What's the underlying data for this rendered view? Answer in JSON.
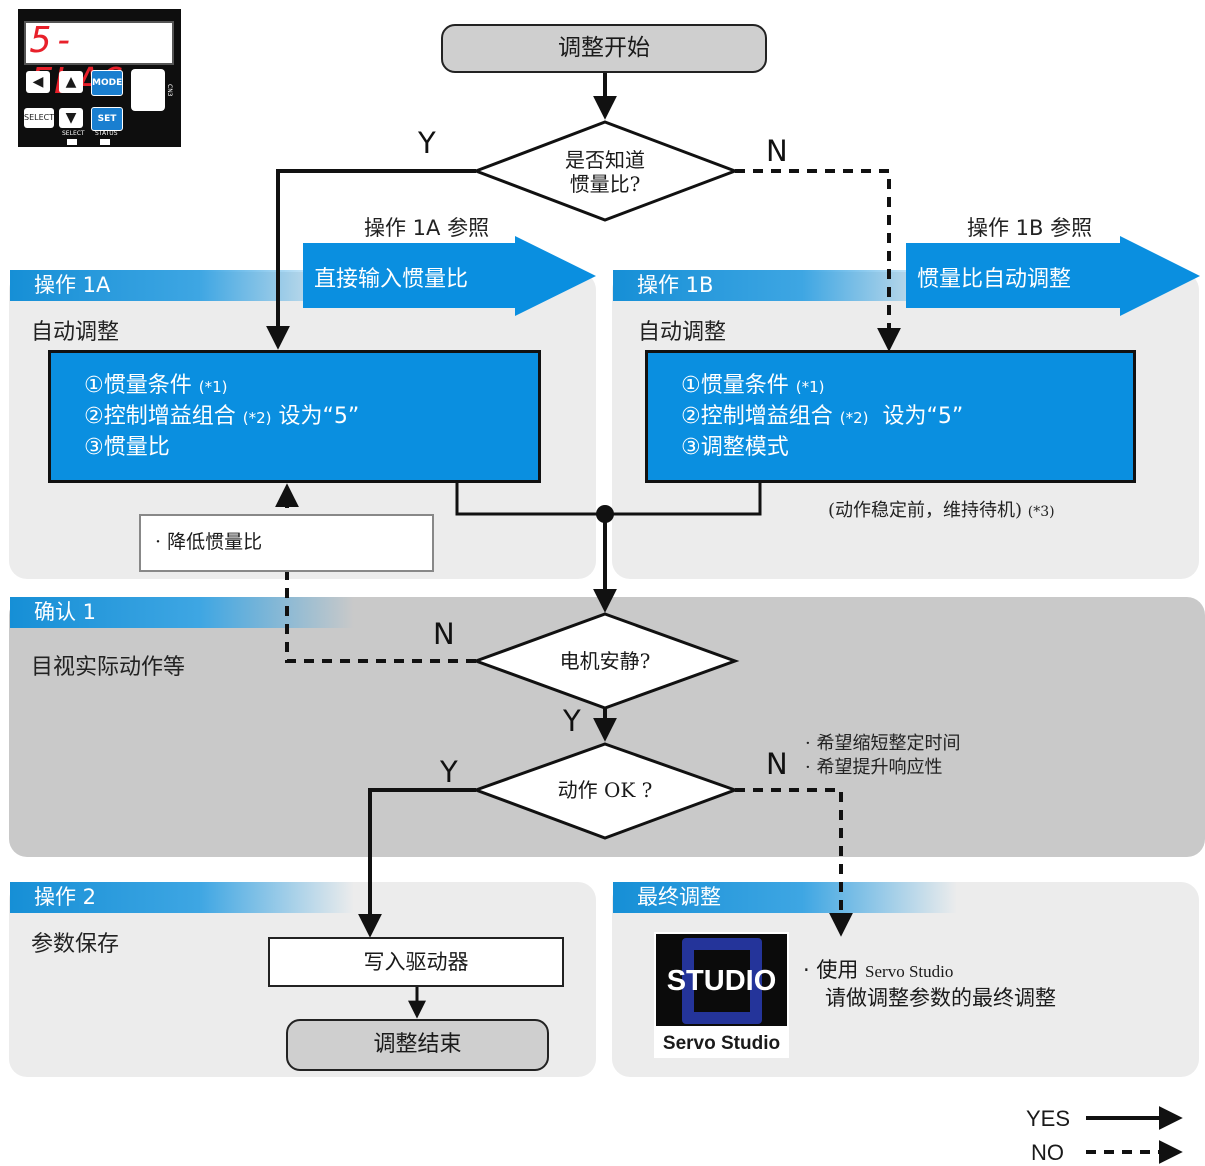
{
  "display": {
    "readout": "5-FLAG",
    "btn_mode": "MODE",
    "btn_select": "SELECT",
    "btn_set": "SET",
    "lbl_select": "SELECT",
    "lbl_status": "STATUS",
    "lbl_cn3": "CN3"
  },
  "flow": {
    "start": "调整开始",
    "decision1": {
      "line1": "是否知道",
      "line2": "惯量比?",
      "yes": "Y",
      "no": "N"
    },
    "ref1a": "操作 1A 参照",
    "band1a": "直接输入惯量比",
    "ref1b": "操作 1B 参照",
    "band1b": "惯量比自动调整",
    "decision2": {
      "text": "电机安静?",
      "yes": "Y",
      "no": "N"
    },
    "decision3": {
      "text": "动作 OK ?",
      "yes": "Y",
      "no": "N"
    },
    "lower_inertia": "· 降低惯量比",
    "wishes": [
      "· 希望缩短整定时间",
      "· 希望提升响应性"
    ],
    "write": "写入驱动器",
    "end": "调整结束"
  },
  "panels": {
    "op1a": {
      "tab": "操作 1A",
      "subtitle": "自动调整",
      "l1": "①惯量条件",
      "l1n": "(*1)",
      "l2": "②控制增益组合",
      "l2n": "(*2)",
      "l2b": "设为“5”",
      "l3": "③惯量比"
    },
    "op1b": {
      "tab": "操作 1B",
      "subtitle": "自动调整",
      "l1": "①惯量条件",
      "l1n": "(*1)",
      "l2": "②控制增益组合",
      "l2n": "(*2)",
      "l2b": "设为“5”",
      "l3": "③调整模式",
      "note": "(动作稳定前，维持待机)",
      "noten": "(*3)"
    },
    "confirm1": {
      "tab": "确认 1",
      "subtitle": "目视实际动作等"
    },
    "op2": {
      "tab": "操作 2",
      "subtitle": "参数保存"
    },
    "final": {
      "tab": "最终调整",
      "logo_word": "STUDIO",
      "logo_caption": "Servo Studio",
      "use": "· 使用",
      "use_sw": "Servo Studio",
      "line2": "请做调整参数的最终调整"
    }
  },
  "legend": {
    "yes": "YES",
    "no": "NO"
  },
  "colors": {
    "accent": "#0a8fe0",
    "panel_light": "#ececec",
    "panel_dark": "#c9c9c9",
    "segment": "#e8202a"
  }
}
